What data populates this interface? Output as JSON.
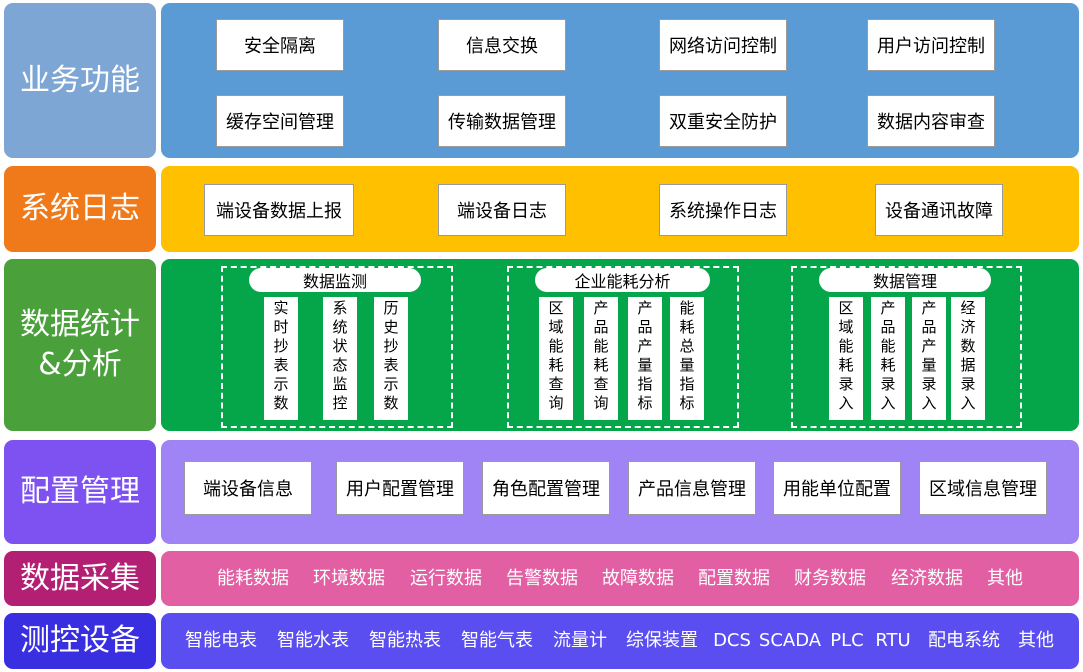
{
  "layers": {
    "business": {
      "label": "业务功能",
      "items": [
        "安全隔离",
        "信息交换",
        "网络访问控制",
        "用户访问控制",
        "缓存空间管理",
        "传输数据管理",
        "双重安全防护",
        "数据内容审查"
      ]
    },
    "syslog": {
      "label": "系统日志",
      "items": [
        "端设备数据上报",
        "端设备日志",
        "系统操作日志",
        "设备通讯故障"
      ]
    },
    "stats": {
      "label": "数据统计\n&分析",
      "groups": [
        {
          "title": "数据监测",
          "items": [
            "实时抄表示数",
            "系统状态监控",
            "历史抄表示数"
          ]
        },
        {
          "title": "企业能耗分析",
          "items": [
            "区域能耗查询",
            "产品能耗查询",
            "产品产量指标",
            "能耗总量指标"
          ]
        },
        {
          "title": "数据管理",
          "items": [
            "区域能耗录入",
            "产品能耗录入",
            "产品产量录入",
            "经济数据录入"
          ]
        }
      ]
    },
    "config": {
      "label": "配置管理",
      "items": [
        "端设备信息",
        "用户配置管理",
        "角色配置管理",
        "产品信息管理",
        "用能单位配置",
        "区域信息管理"
      ]
    },
    "collect": {
      "label": "数据采集",
      "items": [
        "能耗数据",
        "环境数据",
        "运行数据",
        "告警数据",
        "故障数据",
        "配置数据",
        "财务数据",
        "经济数据",
        "其他"
      ]
    },
    "devices": {
      "label": "测控设备",
      "items": [
        "智能电表",
        "智能水表",
        "智能热表",
        "智能气表",
        "流量计",
        "综保装置",
        "DCS",
        "SCADA",
        "PLC",
        "RTU",
        "配电系统",
        "其他"
      ]
    }
  },
  "colors": {
    "business_label": "#7ea6d5",
    "business_panel": "#5b9bd5",
    "syslog_label": "#f07a1a",
    "syslog_panel": "#ffc000",
    "stats_label": "#4aa03b",
    "stats_panel": "#05a64a",
    "config_label": "#7e52f0",
    "config_panel": "#a083f5",
    "collect_label": "#b31f73",
    "collect_panel": "#e25fa3",
    "devices_label": "#3a2fe0",
    "devices_panel": "#5b4ef0"
  }
}
